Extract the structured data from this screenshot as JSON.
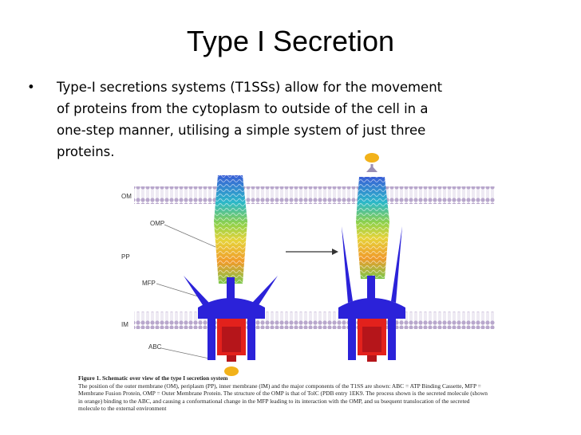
{
  "slide": {
    "title": "Type  I Secretion",
    "bullet_symbol": "•",
    "bullet_lines": [
      "Type-I  secretions  systems  (T1SSs)  allow  for  the  movement",
      "of  proteins  from  the cytoplasm  to  outside  of  the  cell  in  a",
      "one-step manner,  utilising  a  simple  system  of  just three",
      "proteins."
    ]
  },
  "figure": {
    "labels": {
      "om": "OM",
      "omp": "OMP",
      "pp": "PP",
      "mfp": "MFP",
      "im": "IM",
      "abc": "ABC"
    },
    "caption": {
      "title": "Figure 1. Schematic over view of the type I secretion system",
      "lines": [
        "The position of the outer membrane (OM), periplasm (PP), inner membrane (IM) and the major components of the T1SS are shown: ABC = ATP Binding  Cassette, MFP =",
        "Membrane Fusion Protein, OMP = Outer Membrane Protein. The structure of the OMP is that of TolC (PDB entry 1EK9. The process shown is the secreted molecule (shown",
        "in orange) binding to the ABC, and causing a conformational change in the MFP leading to its interaction with the OMP, and su bsequent translocation of the secreted",
        "molecule to the external environment"
      ]
    },
    "colors": {
      "membrane_head": "#b8a7cc",
      "mfp": "#2b22d9",
      "abc": "#e3211c",
      "cargo": "#f2b21a",
      "arrow": "#9b8fb5"
    }
  }
}
